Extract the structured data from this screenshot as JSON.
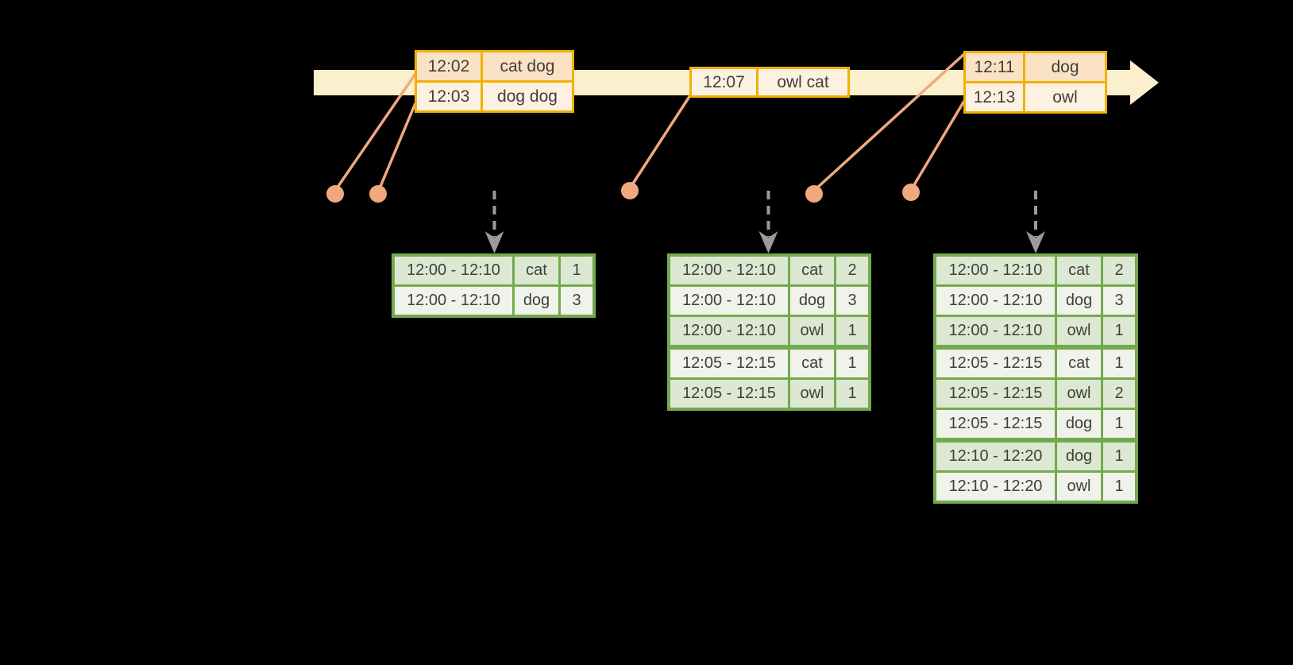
{
  "colors": {
    "background": "#000000",
    "timeline_band": "#FBF0CB",
    "event_table_border": "#F0B105",
    "event_row_peach": "#FBE2C4",
    "event_row_cream": "#FDF1E1",
    "connector_orange": "#F1A87E",
    "trigger_arrow_gray": "#9B9B9B",
    "result_table_border": "#73A94F",
    "result_row_sage": "#DCE8D1",
    "result_row_pale": "#EFF3EA",
    "text": "#3F3F3F"
  },
  "event_tables": [
    {
      "id": "events-1",
      "rows": [
        {
          "time": "12:02",
          "words": "cat dog",
          "shade": "peach"
        },
        {
          "time": "12:03",
          "words": "dog dog",
          "shade": "cream"
        }
      ]
    },
    {
      "id": "events-2",
      "rows": [
        {
          "time": "12:07",
          "words": "owl cat",
          "shade": "cream"
        }
      ]
    },
    {
      "id": "events-3",
      "rows": [
        {
          "time": "12:11",
          "words": "dog",
          "shade": "peach"
        },
        {
          "time": "12:13",
          "words": "owl",
          "shade": "cream"
        }
      ]
    }
  ],
  "result_tables": [
    {
      "id": "counts-1",
      "rows": [
        {
          "window": "12:00 - 12:10",
          "word": "cat",
          "count": "1"
        },
        {
          "window": "12:00 - 12:10",
          "word": "dog",
          "count": "3"
        }
      ]
    },
    {
      "id": "counts-2",
      "rows": [
        {
          "window": "12:00 - 12:10",
          "word": "cat",
          "count": "2"
        },
        {
          "window": "12:00 - 12:10",
          "word": "dog",
          "count": "3"
        },
        {
          "window": "12:00 - 12:10",
          "word": "owl",
          "count": "1"
        },
        {
          "window": "12:05 - 12:15",
          "word": "cat",
          "count": "1"
        },
        {
          "window": "12:05 - 12:15",
          "word": "owl",
          "count": "1"
        }
      ]
    },
    {
      "id": "counts-3",
      "rows": [
        {
          "window": "12:00 - 12:10",
          "word": "cat",
          "count": "2"
        },
        {
          "window": "12:00 - 12:10",
          "word": "dog",
          "count": "3"
        },
        {
          "window": "12:00 - 12:10",
          "word": "owl",
          "count": "1"
        },
        {
          "window": "12:05 - 12:15",
          "word": "cat",
          "count": "1"
        },
        {
          "window": "12:05 - 12:15",
          "word": "owl",
          "count": "2"
        },
        {
          "window": "12:05 - 12:15",
          "word": "dog",
          "count": "1"
        },
        {
          "window": "12:10 - 12:20",
          "word": "dog",
          "count": "1"
        },
        {
          "window": "12:10 - 12:20",
          "word": "owl",
          "count": "1"
        }
      ]
    }
  ]
}
